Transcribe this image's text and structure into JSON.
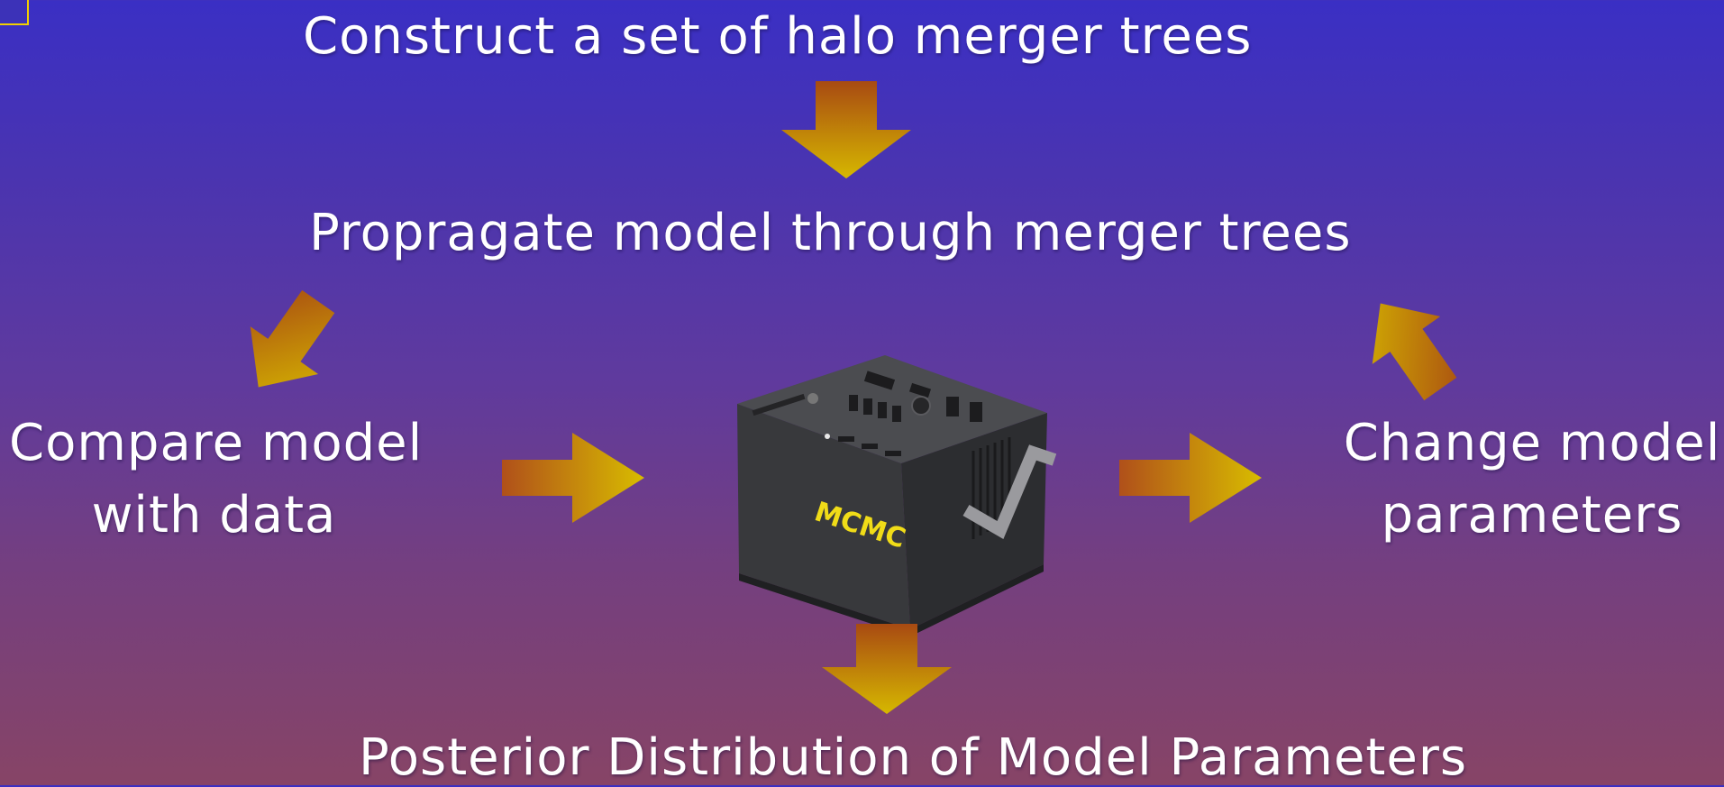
{
  "diagram": {
    "title_step": "Construct a set of halo merger trees",
    "propagate_step": "Propragate model through merger trees",
    "compare_step": [
      "Compare model",
      "with data"
    ],
    "change_step": [
      "Change model",
      "parameters"
    ],
    "output_step": "Posterior Distribution of Model Parameters",
    "engine_label": "MCMC"
  },
  "colors": {
    "background_top": "#3a2fc4",
    "background_bottom": "#874466",
    "arrow_tip": "#d6b800",
    "arrow_base": "#a84a12",
    "engine_body": "#3f4043",
    "engine_label": "#f0dc18"
  },
  "icons": {
    "arrows": [
      "arrow-down-icon",
      "arrow-down-left-icon",
      "arrow-right-icon",
      "arrow-up-left-icon"
    ],
    "engine": "mcmc-machine-icon"
  }
}
